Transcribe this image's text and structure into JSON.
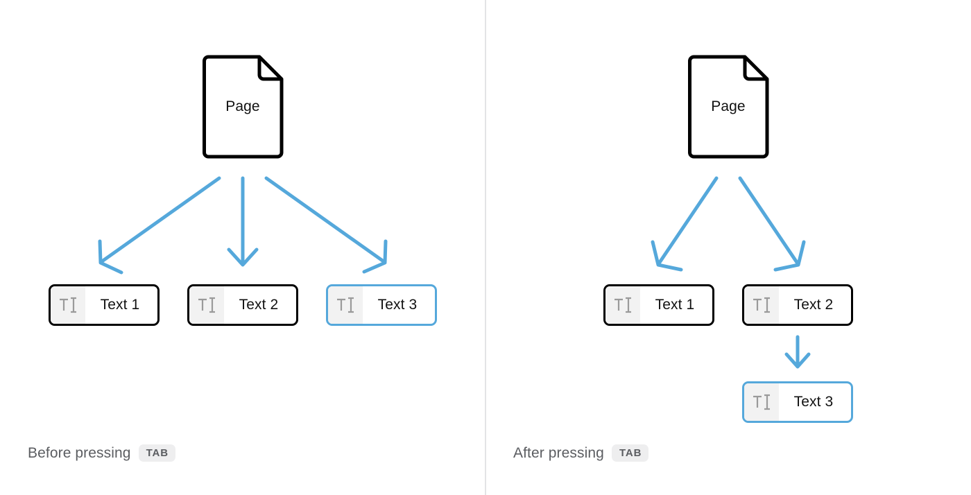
{
  "figure": {
    "type": "diagram",
    "description": "Two side-by-side node-tree diagrams showing text node hierarchy before and after pressing the TAB key",
    "background_color": "#ffffff",
    "accent_color": "#55a8db",
    "node_border_color": "#000000",
    "icon_panel_color": "#f2f2f2",
    "caption_text_color": "#5b5d61",
    "divider_color": "#e3e4e6"
  },
  "panels": [
    {
      "id": "before",
      "caption": {
        "text": "Before pressing",
        "key": "TAB"
      },
      "root": {
        "label": "Page",
        "icon": "page-document-icon"
      },
      "nodes": [
        {
          "label": "Text 1",
          "icon": "text-cursor-icon",
          "selected": false
        },
        {
          "label": "Text 2",
          "icon": "text-cursor-icon",
          "selected": false
        },
        {
          "label": "Text 3",
          "icon": "text-cursor-icon",
          "selected": true
        }
      ],
      "edges": [
        {
          "from": "Page",
          "to": "Text 1"
        },
        {
          "from": "Page",
          "to": "Text 2"
        },
        {
          "from": "Page",
          "to": "Text 3"
        }
      ]
    },
    {
      "id": "after",
      "caption": {
        "text": "After pressing",
        "key": "TAB"
      },
      "root": {
        "label": "Page",
        "icon": "page-document-icon"
      },
      "nodes": [
        {
          "label": "Text 1",
          "icon": "text-cursor-icon",
          "selected": false
        },
        {
          "label": "Text 2",
          "icon": "text-cursor-icon",
          "selected": false
        },
        {
          "label": "Text 3",
          "icon": "text-cursor-icon",
          "selected": true
        }
      ],
      "edges": [
        {
          "from": "Page",
          "to": "Text 1"
        },
        {
          "from": "Page",
          "to": "Text 2"
        },
        {
          "from": "Text 2",
          "to": "Text 3"
        }
      ]
    }
  ]
}
